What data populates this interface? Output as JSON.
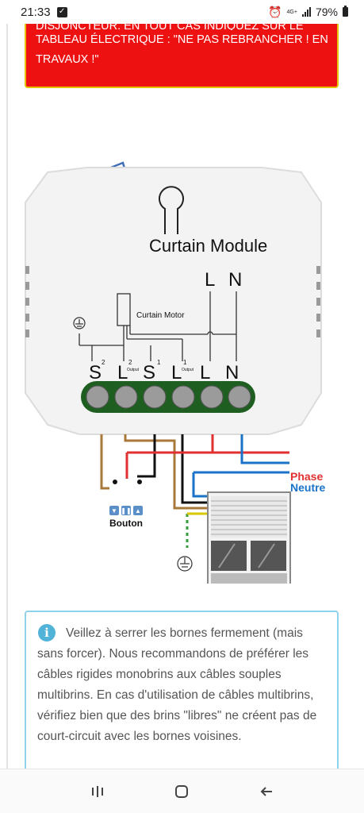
{
  "status_bar": {
    "time": "21:33",
    "network": "4G+",
    "battery": "79%"
  },
  "warning": {
    "partial_line": "DISJONCTEUR. EN TOUT CAS INDIQUEZ SUR LE",
    "text": "TABLEAU ÉLECTRIQUE : \"NE PAS REBRANCHER ! EN TRAVAUX !\""
  },
  "diagram": {
    "module_title": "Curtain Module",
    "motor_label": "Curtain Motor",
    "top_L": "L",
    "top_N": "N",
    "terminal_S2": "S",
    "terminal_S2_sup": "2",
    "terminal_L2": "L",
    "terminal_L2_sup": "2",
    "terminal_L2_sub": "Output",
    "terminal_S1": "S",
    "terminal_S1_sup": "1",
    "terminal_L1": "L",
    "terminal_L1_sup": "1",
    "terminal_L1_sub": "Output",
    "terminal_L": "L",
    "terminal_N": "N",
    "phase_label": "Phase",
    "neutre_label": "Neutre",
    "bouton_label": "Bouton",
    "colors": {
      "phase": "#e03030",
      "neutre": "#1a73c8",
      "brown": "#a8783a",
      "terminal": "#1e5e20"
    }
  },
  "info": {
    "text": "Veillez à serrer les bornes fermement (mais sans forcer). Nous recommandons de préférer les câbles rigides monobrins aux câbles souples multibrins. En cas d'utilisation de câbles multibrins, vérifiez bien que des brins \"libres\" ne créent pas de court-circuit avec les bornes voisines."
  },
  "nav": {
    "recents_icon": "recents-icon",
    "home_icon": "home-icon",
    "back_icon": "back-arrow-icon"
  }
}
